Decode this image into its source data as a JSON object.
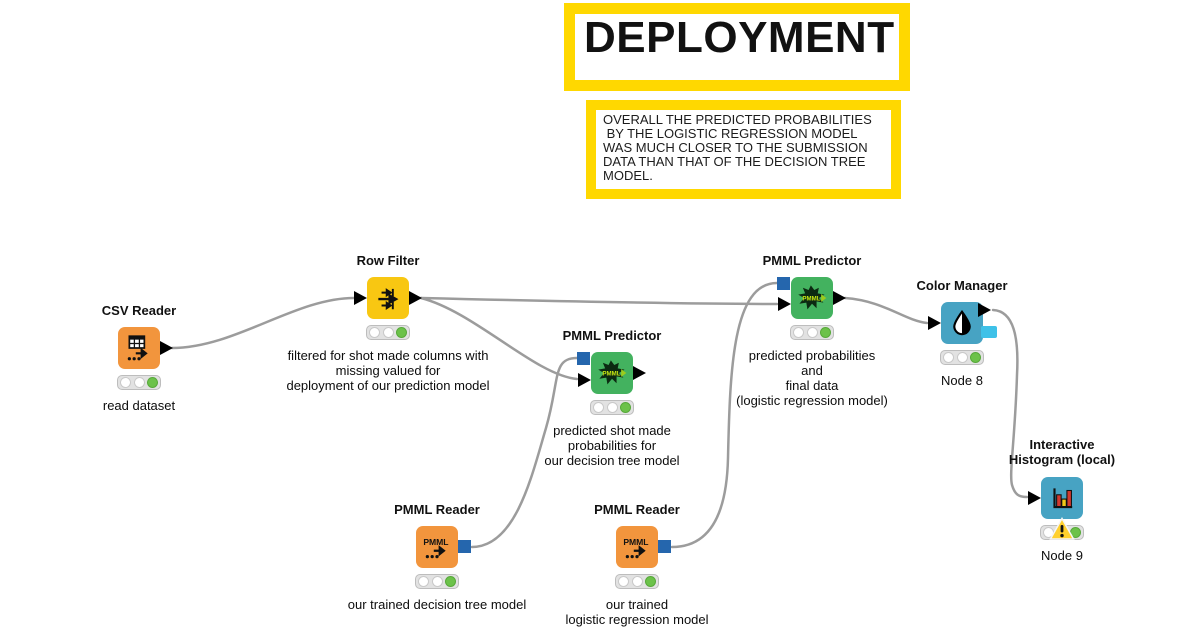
{
  "title_box": {
    "text": "DEPLOYMENT"
  },
  "annotation_box": {
    "text": "OVERALL THE PREDICTED PROBABILITIES\n BY THE LOGISTIC REGRESSION MODEL\nWAS MUCH CLOSER TO THE SUBMISSION\nDATA THAN THAT OF THE DECISION TREE\nMODEL."
  },
  "colors": {
    "annotation_yellow": "#FFD800",
    "node_orange": "#F2953D",
    "node_yellow": "#F8C712",
    "node_green": "#43B25F",
    "node_teal": "#47A3C3",
    "port_blue": "#2566AD",
    "port_cyan": "#3EC1E8",
    "traffic_green": "#6CC24A",
    "warning_yellow": "#FFD02E",
    "wire_gray": "#9C9C9C"
  },
  "nodes": [
    {
      "id": "csv_reader",
      "type": "CSV Reader",
      "title": "CSV Reader",
      "caption": "read dataset",
      "status": "executed"
    },
    {
      "id": "row_filter",
      "type": "Row Filter",
      "title": "Row Filter",
      "caption": "filtered for shot made columns with\nmissing valued for\ndeployment of our prediction model",
      "status": "executed"
    },
    {
      "id": "pmml_predictor_dt",
      "type": "PMML Predictor",
      "title": "PMML Predictor",
      "caption": "predicted shot made\nprobabilities for\nour decision tree model",
      "status": "executed"
    },
    {
      "id": "pmml_predictor_lr",
      "type": "PMML Predictor",
      "title": "PMML Predictor",
      "caption": "predicted probabilities\nand\nfinal data\n(logistic regression model)",
      "status": "executed"
    },
    {
      "id": "color_manager",
      "type": "Color Manager",
      "title": "Color Manager",
      "caption": "Node 8",
      "status": "executed"
    },
    {
      "id": "pmml_reader_dt",
      "type": "PMML Reader",
      "title": "PMML Reader",
      "caption": "our trained decision tree model",
      "status": "executed"
    },
    {
      "id": "pmml_reader_lr",
      "type": "PMML Reader",
      "title": "PMML Reader",
      "caption": "our trained\nlogistic regression model",
      "status": "executed"
    },
    {
      "id": "interactive_histogram",
      "type": "Interactive Histogram (local)",
      "title": "Interactive\nHistogram (local)",
      "caption": "Node 9",
      "status": "warning"
    }
  ]
}
